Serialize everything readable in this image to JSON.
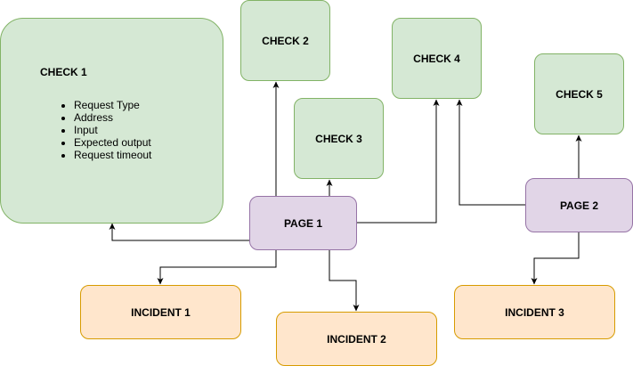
{
  "nodes": {
    "check1": {
      "title": "CHECK 1",
      "items": [
        "Request Type",
        "Address",
        "Input",
        "Expected output",
        "Request timeout"
      ]
    },
    "check2": {
      "label": "CHECK 2"
    },
    "check3": {
      "label": "CHECK 3"
    },
    "check4": {
      "label": "CHECK 4"
    },
    "check5": {
      "label": "CHECK 5"
    },
    "page1": {
      "label": "PAGE 1"
    },
    "page2": {
      "label": "PAGE 2"
    },
    "incident1": {
      "label": "INCIDENT 1"
    },
    "incident2": {
      "label": "INCIDENT 2"
    },
    "incident3": {
      "label": "INCIDENT 3"
    }
  },
  "edges": [
    {
      "from": "page1",
      "to": "check1"
    },
    {
      "from": "page1",
      "to": "check2"
    },
    {
      "from": "page1",
      "to": "check3"
    },
    {
      "from": "page1",
      "to": "check4"
    },
    {
      "from": "page1",
      "to": "incident1"
    },
    {
      "from": "page1",
      "to": "incident2"
    },
    {
      "from": "page2",
      "to": "check4"
    },
    {
      "from": "page2",
      "to": "check5"
    },
    {
      "from": "page2",
      "to": "incident3"
    }
  ],
  "colors": {
    "check_fill": "#d5e8d4",
    "check_stroke": "#82b366",
    "page_fill": "#e1d5e7",
    "page_stroke": "#9673a6",
    "incident_fill": "#ffe6cc",
    "incident_stroke": "#d79b00",
    "edge": "#000000"
  }
}
